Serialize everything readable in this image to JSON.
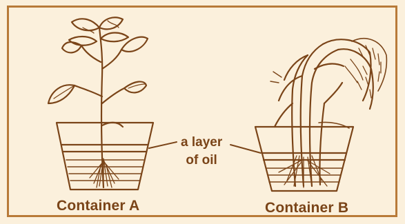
{
  "diagram": {
    "oil_label_line1": "a layer",
    "oil_label_line2": "of oil",
    "container_a_label": "Container A",
    "container_b_label": "Container B"
  },
  "colors": {
    "ink": "#7a4418",
    "frame": "#b87a38",
    "paper": "#fbf0dc"
  }
}
